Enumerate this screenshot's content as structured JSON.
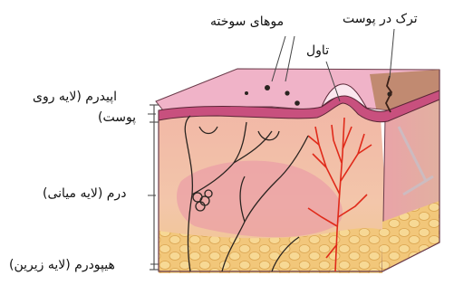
{
  "labels": {
    "burnt_hair": "موهای سوخته",
    "skin_crack": "ترک در پوست",
    "blister": "تاول",
    "epidermis_line1": "اپیدرم (لایه روی",
    "epidermis_line2": "پوست)",
    "dermis": "درم (لایه میانی)",
    "hypodermis": "هیپودرم (لایه زیرین)"
  },
  "colors": {
    "skin_top": "#f0b3c8",
    "epidermis_band": "#c8507e",
    "dermis": "#f4c3a8",
    "dermis_pink": "#e99aa6",
    "fat": "#f2c77a",
    "vessels": "#e02a1a",
    "nerves": "#2a2420",
    "burn_brown": "#b98262"
  }
}
